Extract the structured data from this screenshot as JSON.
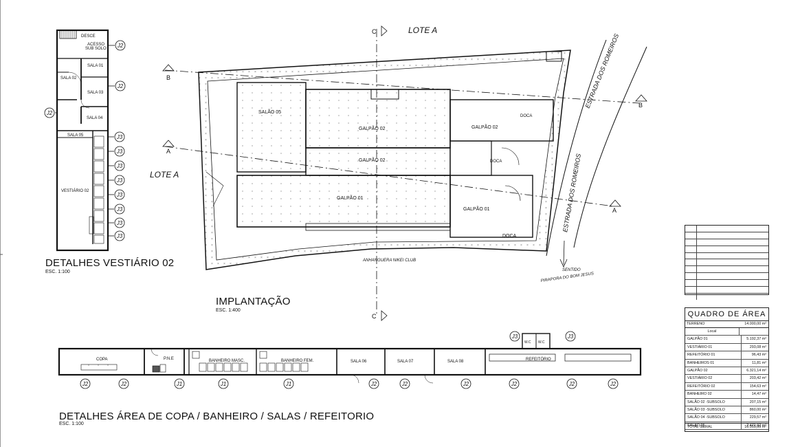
{
  "titles": {
    "vestiario": "DETALHES VESTIÁRIO 02",
    "vestiario_scale": "ESC. 1:100",
    "implantacao": "IMPLANTAÇÃO",
    "implantacao_scale": "ESC. 1:400",
    "copa": "DETALHES ÁREA DE COPA / BANHEIRO / SALAS / REFEITORIO",
    "copa_scale": "ESC. 1:100"
  },
  "site": {
    "lote_top": "LOTE A",
    "lote_left": "LOTE A",
    "estrada_1": "ESTRADA DOS ROMEIROS",
    "estrada_2": "ESTRADA DOS ROMEIROS",
    "club": "ANHANGUERA NIKEI CLUB",
    "sentido_1": "SENTIDO",
    "sentido_2": "PIRAPORA DO BOM JESUS",
    "section_a": "A",
    "section_b": "B",
    "section_c": "C",
    "rooms": {
      "salao05": "SALÃO 05",
      "galpao02a": "GALPÃO 02",
      "galpao02b": "GALPÃO 02",
      "galpao02c": "GALPÃO 02",
      "galpao01a": "GALPÃO 01",
      "galpao01b": "GALPÃO 01",
      "doca1": "DOCA",
      "doca2": "DOCA",
      "doca3": "DOCA"
    }
  },
  "vestiario": {
    "desce": "DESCE",
    "acesso_1": "ACESSO",
    "acesso_2": "SUB SOLO",
    "sala01": "SALA 01",
    "sala02": "SALA 02",
    "sala03": "SALA 03",
    "sala04": "SALA 04",
    "sala05": "SALA 05",
    "vest02": "VESTIÁRIO 02",
    "tag_j2": "J2",
    "tag_j3": "J3"
  },
  "copa": {
    "copa": "COPA",
    "pne": "P.N.E",
    "banheiro_masc": "BANHEIRO MASC.",
    "banheiro_fem": "BANHEIRO FEM.",
    "sala06": "SALA 06",
    "sala07": "SALA 07",
    "sala08": "SALA 08",
    "refeitorio": "REFEITÓRIO",
    "wc1": "W.C",
    "wc2": "W.C",
    "tag_j1": "J1",
    "tag_j2": "J2",
    "tag_j3": "J3"
  },
  "quadro": {
    "title": "QUADRO DE ÁREA",
    "terreno_label": "TERRENO",
    "terreno_value": "14.000,00 m²",
    "col_local": "Local",
    "rows": [
      {
        "local": "GALPÃO 01",
        "area": "5.192,37 m²"
      },
      {
        "local": "VESTIÁRIO 01",
        "area": "293,08 m²"
      },
      {
        "local": "REFEITÓRIO 01",
        "area": "96,43 m²"
      },
      {
        "local": "BANHEIROS 01",
        "area": "11,81 m²"
      },
      {
        "local": "GALPÃO 02",
        "area": "6.321,14 m²"
      },
      {
        "local": "VESTIÁRIO 02",
        "area": "203,42 m²"
      },
      {
        "local": "REFEITÓRIO 02",
        "area": "154,63 m²"
      },
      {
        "local": "BANHEIRO 02",
        "area": "14,47 m²"
      },
      {
        "local": "SALÃO 02 -SUBSOLO",
        "area": "207,15 m²"
      },
      {
        "local": "SALÃO 03 -SUBSOLO",
        "area": "860,00 m²"
      },
      {
        "local": "SALÃO 04 -SUBSOLO",
        "area": "229,57 m²"
      },
      {
        "local": "SALÃO 05",
        "area": "2.471,92 m²"
      }
    ],
    "total_label": "TOTAL GERAL",
    "total_value": "16.055,99 m²"
  }
}
